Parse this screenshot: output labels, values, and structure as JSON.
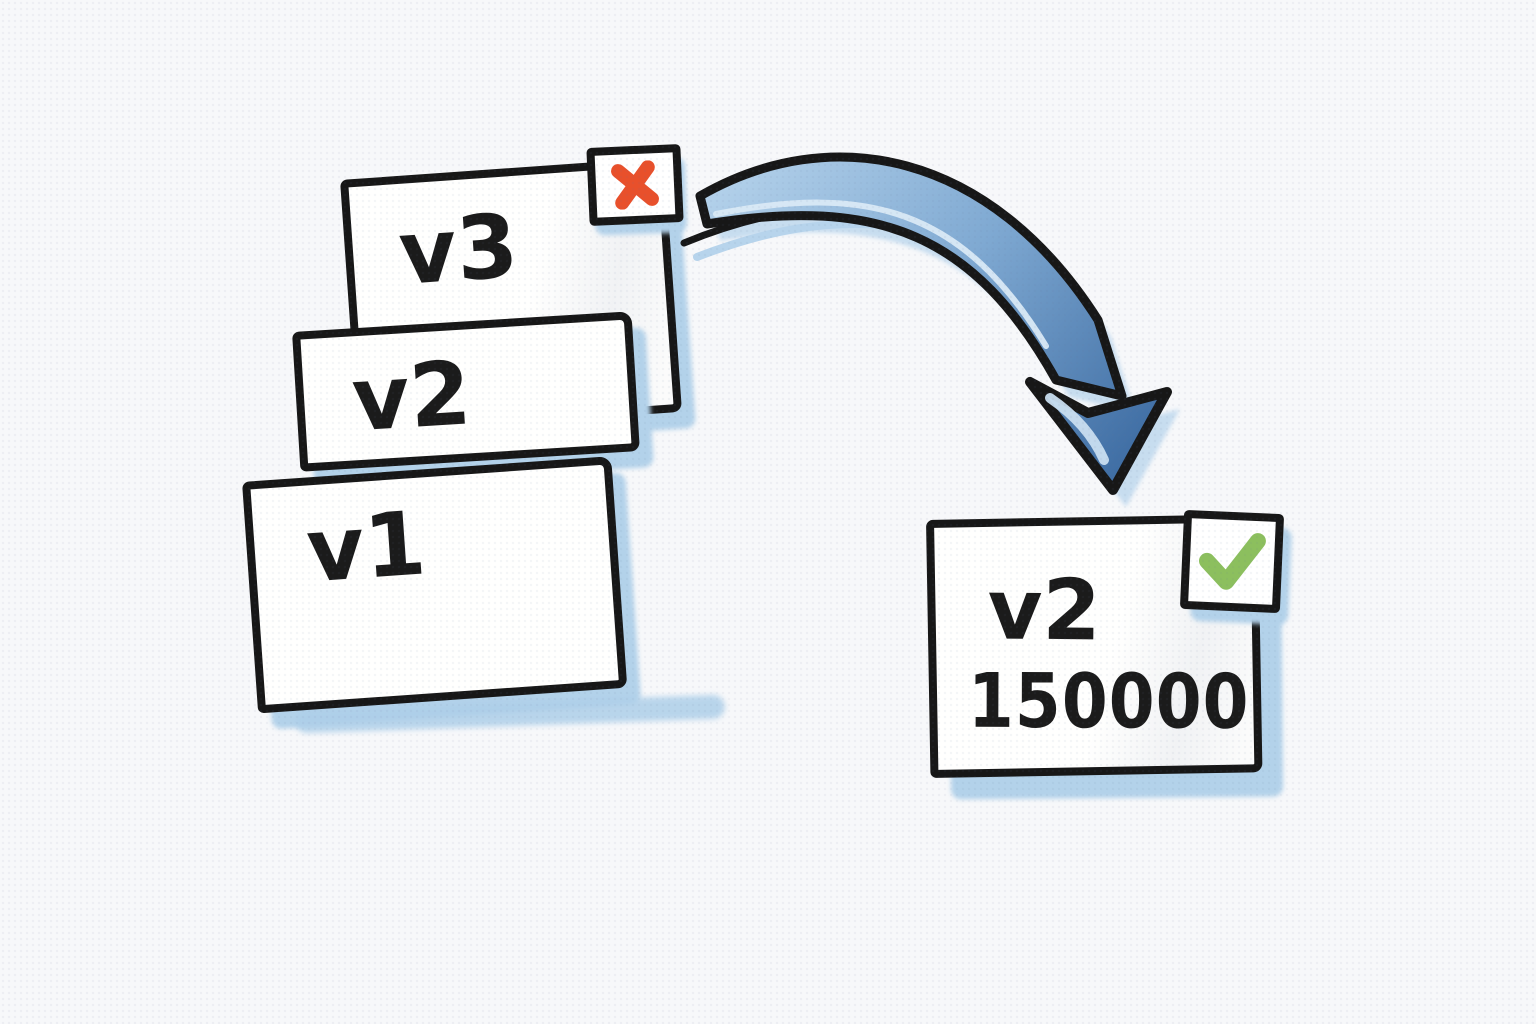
{
  "stack": {
    "cards": [
      {
        "label": "v3"
      },
      {
        "label": "v2"
      },
      {
        "label": "v1"
      }
    ]
  },
  "badges": {
    "rejected": {
      "icon": "x-icon",
      "color": "#e8502b"
    },
    "approved": {
      "icon": "check-icon",
      "color": "#8cbf5e"
    }
  },
  "result_card": {
    "label": "v2",
    "value": "150000"
  },
  "arrow": {
    "icon": "curved-arrow-icon",
    "gradient": [
      "#b7d4ec",
      "#7fa9d2",
      "#3c6ba2"
    ],
    "outline": "#171717"
  },
  "palette": {
    "background": "#f7f8fa",
    "card_fill": "#fffffe",
    "outline": "#171717",
    "shadow_blue": "#b3d2ea",
    "text": "#1b1b1b"
  }
}
